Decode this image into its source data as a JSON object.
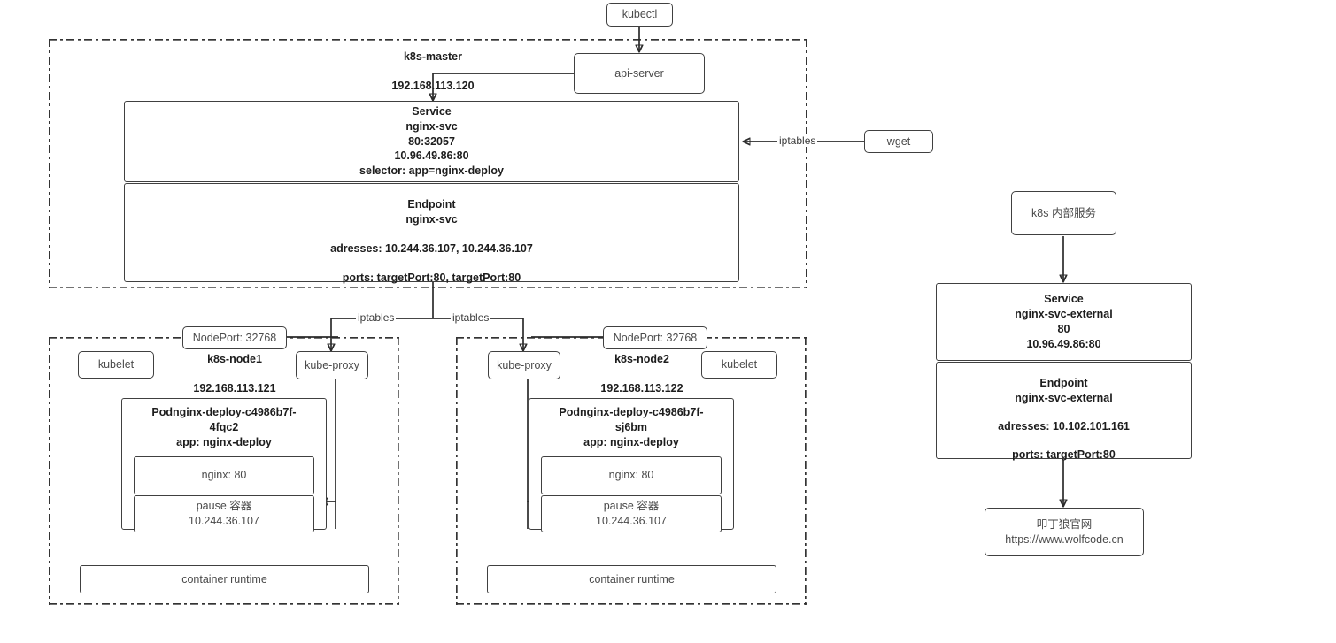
{
  "diagram": {
    "title": "Kubernetes Service / Endpoint topology",
    "accent_color": "#2b2b2b",
    "box_border_color": "#404040",
    "text_color": "#4a4a4a"
  },
  "top": {
    "kubectl": "kubectl",
    "api_server": "api-server",
    "wget": "wget"
  },
  "master": {
    "name": "k8s-master",
    "ip": "192.168.113.120",
    "service": {
      "kind": "Service",
      "name": "nginx-svc",
      "ports": "80:32057",
      "cluster_ip": "10.96.49.86:80",
      "selector": "selector: app=nginx-deploy"
    },
    "endpoint": {
      "kind": "Endpoint",
      "name": "nginx-svc",
      "addresses": "adresses: 10.244.36.107, 10.244.36.107",
      "ports": "ports: targetPort:80, targetPort:80"
    }
  },
  "edges": {
    "iptables_right": "iptables",
    "iptables_node1": "iptables",
    "iptables_node2": "iptables"
  },
  "node1": {
    "nodeport": "NodePort: 32768",
    "name": "k8s-node1",
    "ip": "192.168.113.121",
    "kubelet": "kubelet",
    "kube_proxy": "kube-proxy",
    "pod": {
      "name_line1": "Podnginx-deploy-c4986b7f-",
      "name_line2": "4fqc2",
      "app": "app: nginx-deploy",
      "container": "nginx: 80",
      "pause_name": "pause 容器",
      "pause_ip": "10.244.36.107"
    },
    "container_runtime": "container runtime"
  },
  "node2": {
    "nodeport": "NodePort: 32768",
    "name": "k8s-node2",
    "ip": "192.168.113.122",
    "kubelet": "kubelet",
    "kube_proxy": "kube-proxy",
    "pod": {
      "name_line1": "Podnginx-deploy-c4986b7f-",
      "name_line2": "sj6bm",
      "app": "app: nginx-deploy",
      "container": "nginx: 80",
      "pause_name": "pause 容器",
      "pause_ip": "10.244.36.107"
    },
    "container_runtime": "container runtime"
  },
  "external": {
    "internal_service": "k8s 内部服务",
    "service": {
      "kind": "Service",
      "name": "nginx-svc-external",
      "port": "80",
      "cluster_ip": "10.96.49.86:80"
    },
    "endpoint": {
      "kind": "Endpoint",
      "name": "nginx-svc-external",
      "addresses": "adresses: 10.102.101.161",
      "ports": "ports: targetPort:80"
    },
    "site": {
      "name": "叩丁狼官网",
      "url": "https://www.wolfcode.cn"
    }
  }
}
